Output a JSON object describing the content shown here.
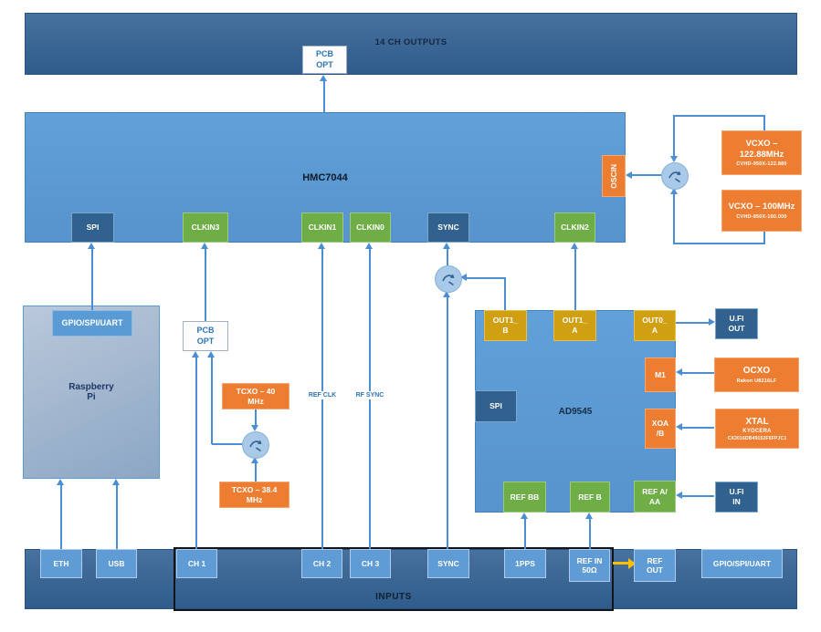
{
  "top_bar": {
    "label": "14 CH OUTPUTS",
    "pcb_opt": "PCB\nOPT"
  },
  "hmc7044": {
    "label": "HMC7044",
    "ports": {
      "spi": "SPI",
      "clkin3": "CLKIN3",
      "clkin1": "CLKIN1",
      "clkin0": "CLKIN0",
      "sync": "SYNC",
      "clkin2": "CLKIN2",
      "oscin": "OSCIN"
    }
  },
  "oscillators": {
    "vcxo_122": {
      "title": "VCXO –\n122.88MHz",
      "part": "CVHD-950X-122.880"
    },
    "vcxo_100": {
      "title": "VCXO – 100MHz",
      "part": "CVHD-950X-100.000"
    },
    "tcxo_40": {
      "label": "TCXO – 40\nMHz"
    },
    "tcxo_38": {
      "label": "TCXO – 38.4\nMHz"
    },
    "ocxo": {
      "title": "OCXO",
      "part": "Rakon U8216LF"
    },
    "xtal": {
      "title": "XTAL",
      "maker": "KYOCERA",
      "part": "CX2016DB49152F0FPJC1"
    }
  },
  "raspberry_pi": {
    "label": "Raspberry\nPi",
    "gpio_port": "GPIO/SPI/UART"
  },
  "mid": {
    "pcb_opt": "PCB\nOPT",
    "ref_clk": "REF CLK",
    "rf_sync": "RF SYNC"
  },
  "ad9545": {
    "label": "AD9545",
    "ports": {
      "out1_b": "OUT1_\nB",
      "out1_a": "OUT1_\nA",
      "out0_a": "OUT0_\nA",
      "spi": "SPI",
      "m1": "M1",
      "xoa_b": "XOA\n/B",
      "ref_bb": "REF BB",
      "ref_b": "REF B",
      "ref_a_aa": "REF A/\nAA"
    }
  },
  "right_io": {
    "ufl_out": "U.Fl\nOUT",
    "ufl_in": "U.Fl\nIN"
  },
  "bottom_bar": {
    "label": "INPUTS",
    "ports": {
      "eth": "ETH",
      "usb": "USB",
      "ch1": "CH 1",
      "ch2": "CH 2",
      "ch3": "CH 3",
      "sync": "SYNC",
      "pps_1": "1PPS",
      "ref_in": "REF IN\n50Ω",
      "ref_out": "REF\nOUT",
      "gpio": "GPIO/SPI/UART"
    }
  },
  "colors": {
    "block_blue": "#5b9bd5",
    "port_dark_blue": "#30618f",
    "port_green": "#70ad47",
    "port_gold": "#d09f12",
    "accent_orange": "#ed7d31",
    "bar_blue": "#386896",
    "line_blue": "#4a8fd3",
    "arrow_yellow": "#ffc000"
  }
}
